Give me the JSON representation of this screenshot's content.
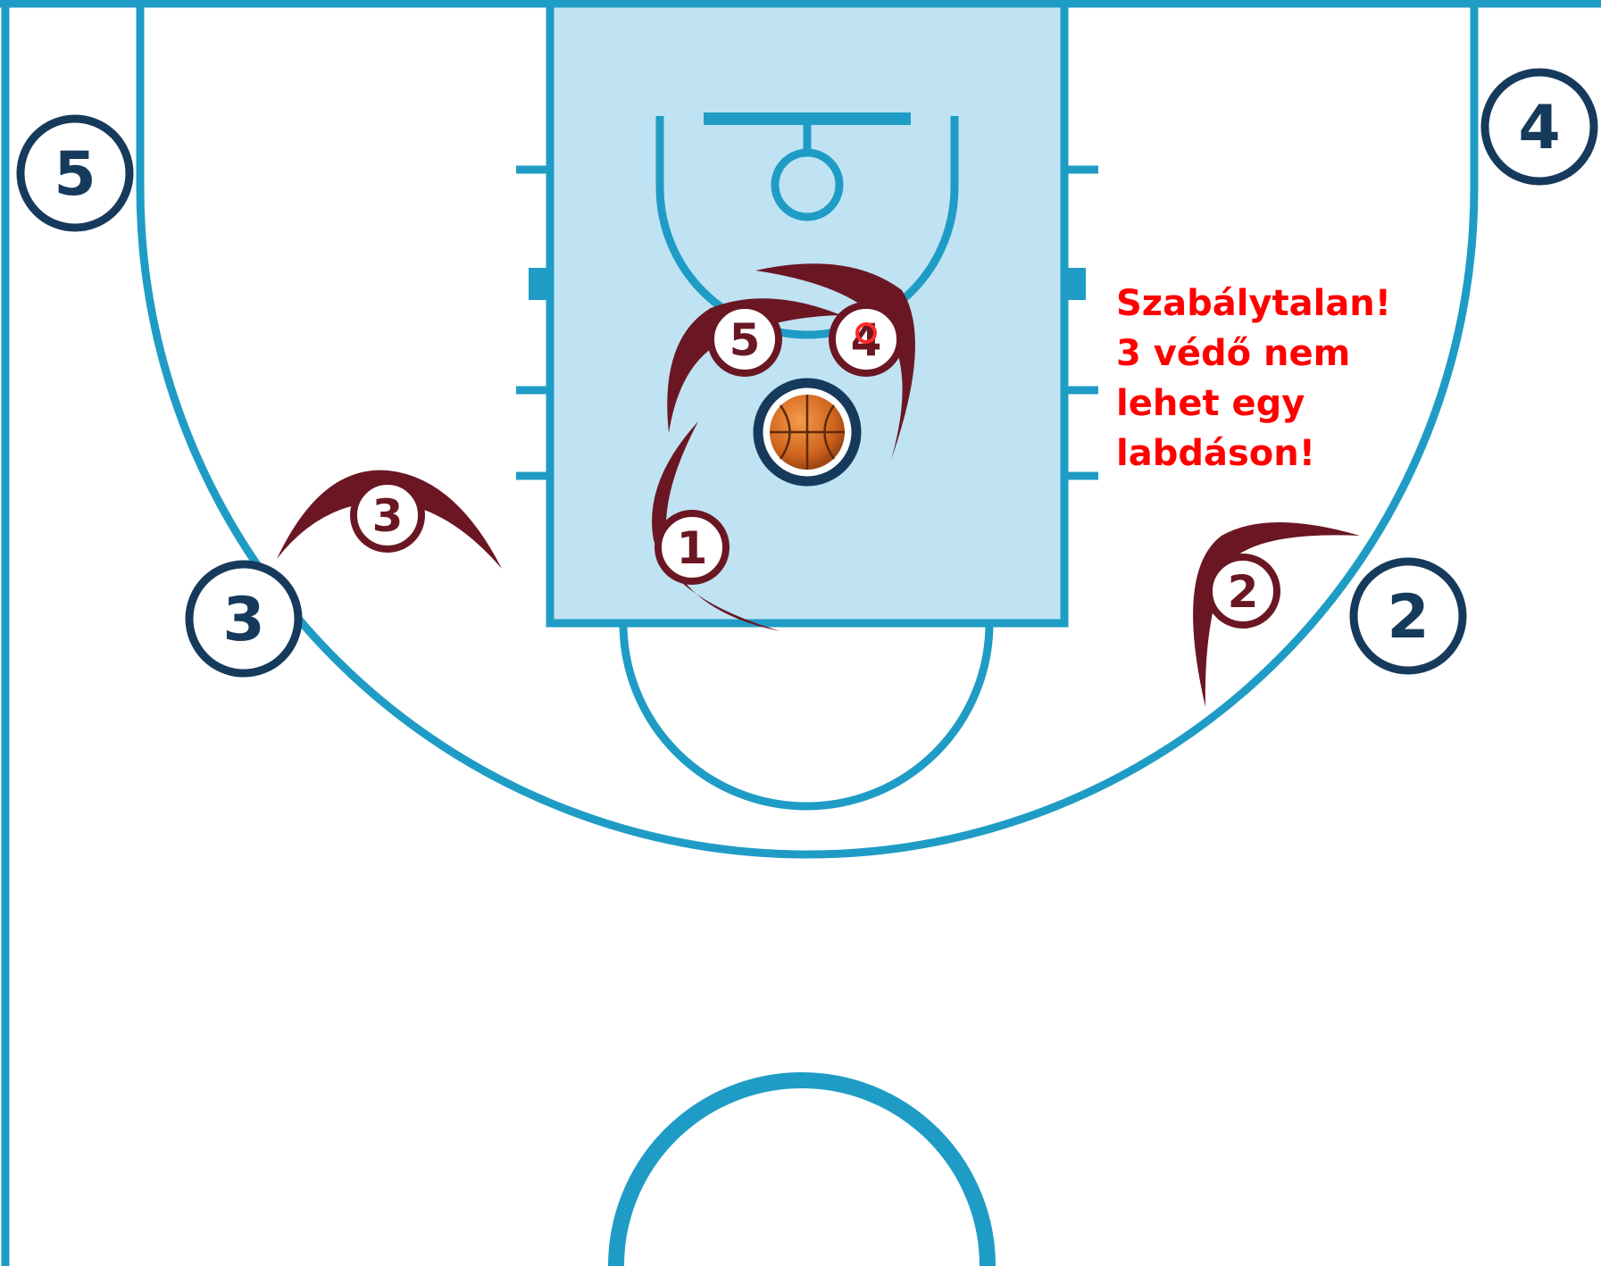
{
  "colors": {
    "court_line": "#1f9cc6",
    "paint_fill": "#bfe3f3",
    "offense": "#163a5c",
    "defense": "#6b1723",
    "warning": "#ff0000",
    "ball": "#d2651e"
  },
  "annotation": {
    "lines": [
      "Szabálytalan!",
      "3 védő nem",
      "lehet egy",
      "labdáson!"
    ]
  },
  "offense_players": [
    {
      "id": "offense-5",
      "label": "5"
    },
    {
      "id": "offense-4",
      "label": "4"
    },
    {
      "id": "offense-3",
      "label": "3"
    },
    {
      "id": "offense-2",
      "label": "2"
    },
    {
      "id": "offense-ball-handler",
      "label": ""
    }
  ],
  "defense_players": [
    {
      "id": "defender-5",
      "label": "5"
    },
    {
      "id": "defender-4",
      "label": "4"
    },
    {
      "id": "defender-1",
      "label": "1"
    },
    {
      "id": "defender-3",
      "label": "3"
    },
    {
      "id": "defender-2",
      "label": "2"
    }
  ],
  "icons": {
    "ball": "basketball-icon",
    "defender_arc": "defensive-stance-arc"
  }
}
